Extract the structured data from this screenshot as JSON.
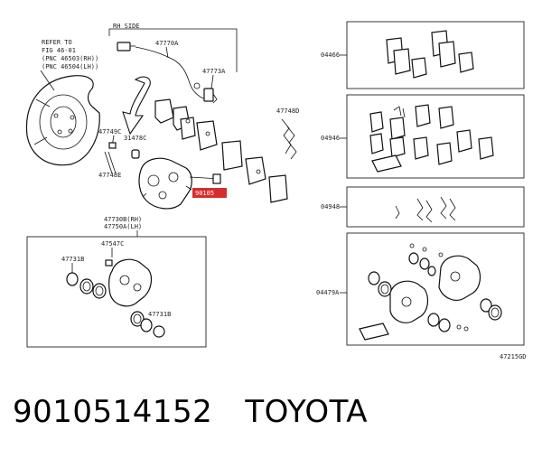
{
  "diagram": {
    "side_label": "RH SIDE",
    "refer_note": [
      "REFER TO",
      "FIG 46-01",
      "(PNC 46503(RH))",
      "(PNC 46504(LH))"
    ],
    "callouts": {
      "sensor": "47770A",
      "sensor_clip": "47773A",
      "spring": "47748D",
      "slide_pin_boot": "47749C",
      "bleeder": "31478C",
      "bolt": "47748E",
      "caliper_rh_lh": [
        "47730B(RH)",
        "47750A(LH)"
      ],
      "highlighted_part": "90105",
      "boot": "47547C",
      "piston_seal_a": "47731B",
      "piston_seal_b": "47731B",
      "kit_pads": "04466",
      "kit_shims": "04946",
      "kit_clips": "04948",
      "kit_caliper": "04479A"
    },
    "drawing_id": "47215GD"
  },
  "footer": {
    "part_number": "9010514152",
    "brand": "TOYOTA"
  }
}
